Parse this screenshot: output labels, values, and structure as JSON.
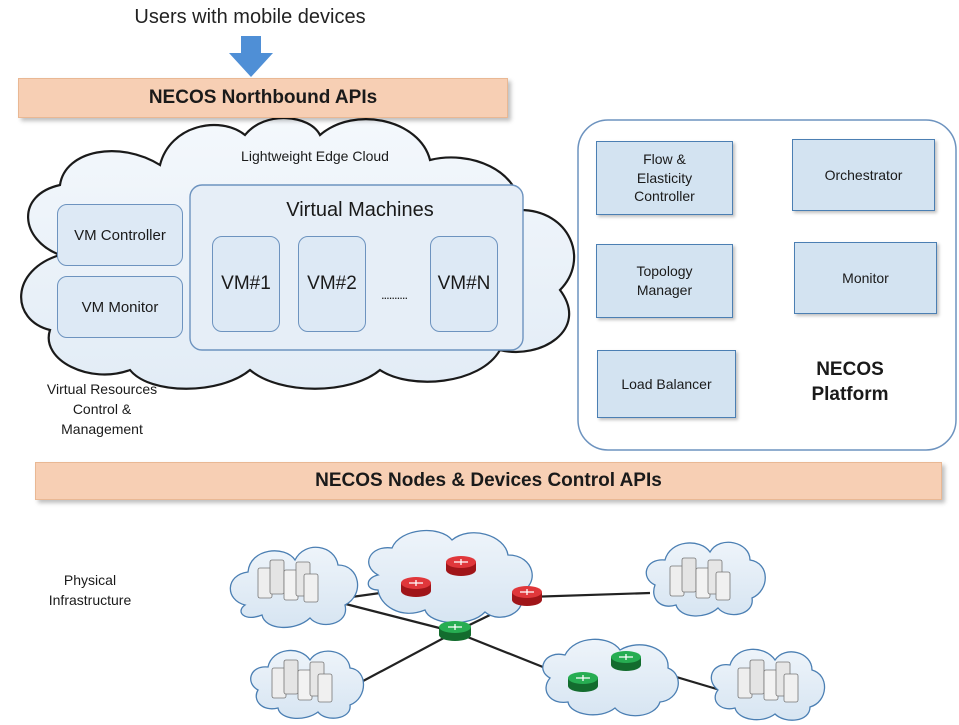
{
  "header_text": "Users with mobile devices",
  "northbound_api": "NECOS Northbound APIs",
  "cloud": {
    "title": "Lightweight Edge Cloud",
    "virtual_machines_title": "Virtual Machines",
    "vms": [
      "VM#1",
      "VM#2",
      "VM#N"
    ],
    "ellipsis": "..........",
    "vm_controller": "VM Controller",
    "vm_monitor": "VM Monitor"
  },
  "virtual_resources_label": [
    "Virtual Resources",
    "Control &",
    "Management"
  ],
  "platform": {
    "flow_controller": [
      "Flow &",
      "Elasticity",
      "Controller"
    ],
    "orchestrator": "Orchestrator",
    "topology_manager": [
      "Topology",
      "Manager"
    ],
    "monitor": "Monitor",
    "load_balancer": "Load Balancer",
    "platform_label": [
      "NECOS",
      "Platform"
    ]
  },
  "southbound_api": "NECOS Nodes & Devices Control APIs",
  "physical_label": [
    "Physical",
    "Infrastructure"
  ],
  "colors": {
    "api_bar": "#f7cfb4",
    "box_fill": "#d3e3f1",
    "box_border": "#4b7fb3",
    "arrow": "#4f8fd6",
    "router_red": "#d9262b",
    "router_green": "#1f9a45"
  }
}
